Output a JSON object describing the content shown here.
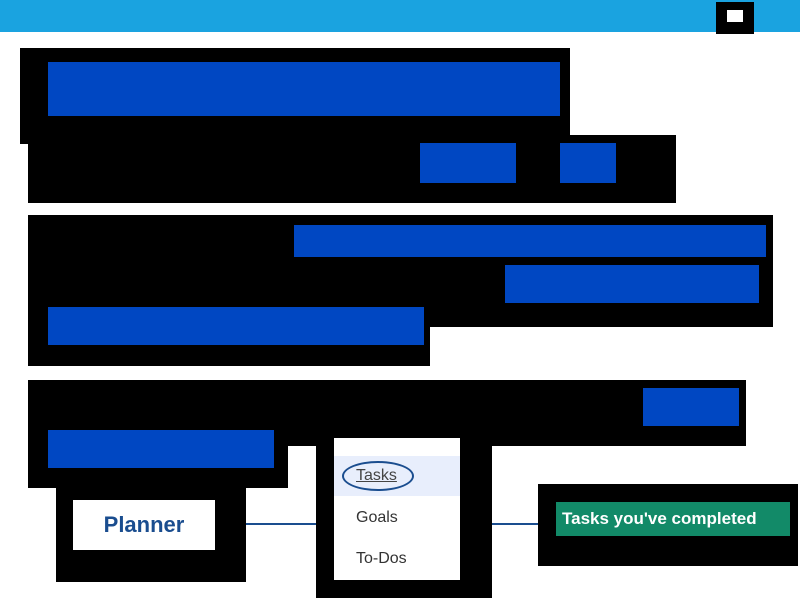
{
  "diagram": {
    "source_label": "Planner",
    "menu_items": [
      "Tasks",
      "Goals",
      "To-Dos"
    ],
    "selected_item": "Tasks",
    "result_label": "Tasks you've completed"
  },
  "colors": {
    "top_bar": "#1aa3e0",
    "redaction_bar": "#0047c2",
    "accent": "#1a4d8f",
    "result_badge": "#128a68"
  }
}
